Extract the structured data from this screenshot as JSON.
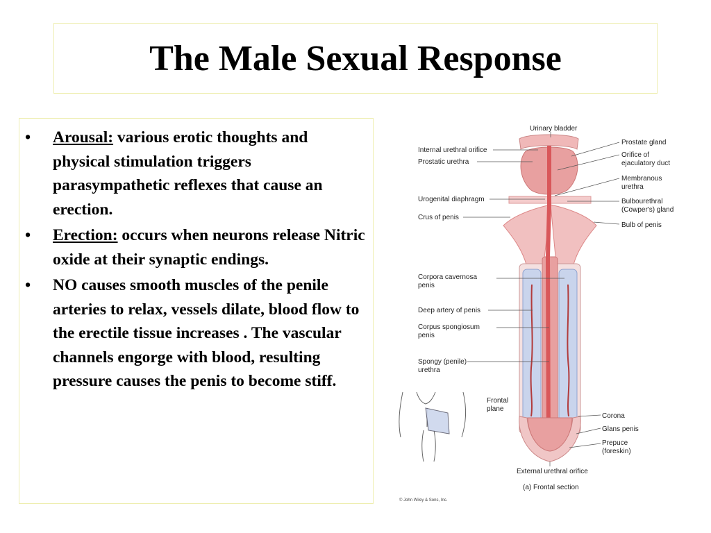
{
  "slide": {
    "title": "The Male Sexual Response"
  },
  "bullets": [
    {
      "term": "Arousal:",
      "text": " various erotic thoughts and physical stimulation triggers parasympathetic reflexes that cause an erection."
    },
    {
      "term": "Erection:",
      "text": " occurs when neurons release Nitric oxide at their synaptic endings."
    },
    {
      "term": "",
      "text": "NO causes smooth muscles of the penile arteries to relax,  vessels dilate, blood flow to the erectile tissue increases .  The vascular channels engorge with blood, resulting pressure causes the penis to become stiff."
    }
  ],
  "figure": {
    "labels_left": {
      "internal_urethral_orifice": "Internal urethral orifice",
      "prostatic_urethra": "Prostatic urethra",
      "urogenital_diaphragm": "Urogenital diaphragm",
      "crus_of_penis": "Crus of penis",
      "corpora_cavernosa_1": "Corpora cavernosa",
      "corpora_cavernosa_2": "penis",
      "deep_artery": "Deep artery of penis",
      "corpus_spongiosum_1": "Corpus spongiosum",
      "corpus_spongiosum_2": "penis",
      "spongy_urethra_1": "Spongy (penile)",
      "spongy_urethra_2": "urethra",
      "frontal_plane_1": "Frontal",
      "frontal_plane_2": "plane"
    },
    "labels_right": {
      "urinary_bladder": "Urinary bladder",
      "prostate_gland": "Prostate gland",
      "orifice_1": "Orifice of",
      "orifice_2": "ejaculatory duct",
      "membranous_1": "Membranous",
      "membranous_2": "urethra",
      "bulbourethral_1": "Bulbourethral",
      "bulbourethral_2": "(Cowper's) gland",
      "bulb_of_penis": "Bulb of penis",
      "corona": "Corona",
      "glans_penis": "Glans penis",
      "prepuce_1": "Prepuce",
      "prepuce_2": "(foreskin)"
    },
    "labels_bottom": {
      "external_urethral_orifice": "External urethral orifice",
      "caption": "(a) Frontal section",
      "copyright": "© John Wiley & Sons, Inc."
    },
    "colors": {
      "tissue_pink": "#e8a0a0",
      "tissue_light": "#f4cccc",
      "cavernosa_blue": "#c9d4ec",
      "urethra_red": "#d9575a"
    }
  }
}
